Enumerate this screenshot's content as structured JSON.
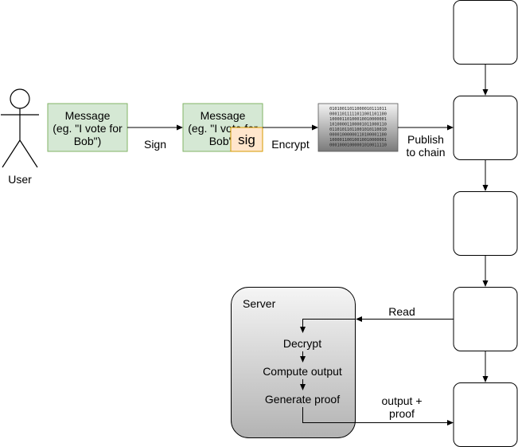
{
  "actor": {
    "label": "User"
  },
  "message1": {
    "lines": [
      "Message",
      "(eg. \"I vote for",
      "Bob\")"
    ]
  },
  "message2": {
    "lines": [
      "Message",
      "(eg. \"I vote for",
      "Bob\")"
    ]
  },
  "sig": {
    "label": "sig"
  },
  "ciphertext": {
    "lines": [
      "01010011011000010111011",
      "00011011111011001101100",
      "10000110100010010000001",
      "10100001100001011000110",
      "01101011011001010110010",
      "00001000000110100001100",
      "10000110010010010000001",
      "00010001000001010011110"
    ]
  },
  "edges": {
    "sign": "Sign",
    "encrypt": "Encrypt",
    "publish": [
      "Publish",
      "to chain"
    ],
    "read": "Read",
    "output_proof": [
      "output +",
      "proof"
    ]
  },
  "server": {
    "title": "Server",
    "steps": [
      "Decrypt",
      "Compute output",
      "Generate proof"
    ]
  },
  "colors": {
    "message_fill": "#d5e8d4",
    "message_stroke": "#82b366",
    "sig_fill": "#ffe6cc",
    "sig_stroke": "#d79b00",
    "server_fill_top": "#f5f5f5",
    "server_fill_bottom": "#b3b3b3",
    "cipher_fill_top": "#f2f2f2",
    "cipher_fill_bottom": "#7a7a7a"
  }
}
